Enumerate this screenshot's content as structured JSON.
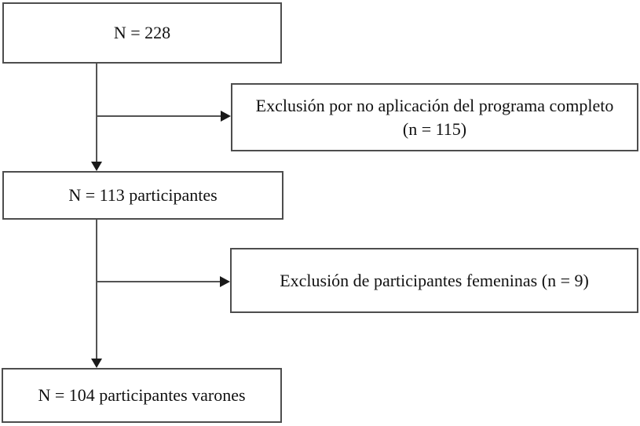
{
  "diagram": {
    "type": "participant-flow-chart",
    "language": "es",
    "nodes": {
      "initial": {
        "label": "N = 228",
        "n": 228
      },
      "exclusion_program": {
        "label": "Exclusión por no aplicación del programa completo (n = 115)",
        "n": 115
      },
      "participants": {
        "label": "N = 113 participantes",
        "n": 113
      },
      "exclusion_female": {
        "label": "Exclusión de participantes femeninas (n = 9)",
        "n": 9
      },
      "final_male": {
        "label": "N = 104 participantes varones",
        "n": 104
      }
    },
    "edges": [
      {
        "from": "initial",
        "to": "participants",
        "type": "arrow-down"
      },
      {
        "from": "initial",
        "to": "exclusion_program",
        "type": "arrow-right-branch"
      },
      {
        "from": "participants",
        "to": "final_male",
        "type": "arrow-down"
      },
      {
        "from": "participants",
        "to": "exclusion_female",
        "type": "arrow-right-branch"
      }
    ],
    "colors": {
      "box_border": "#4d4d4d",
      "box_fill": "#ffffff",
      "line": "#1a1a1a",
      "text": "#111111",
      "background": "#ffffff"
    }
  }
}
